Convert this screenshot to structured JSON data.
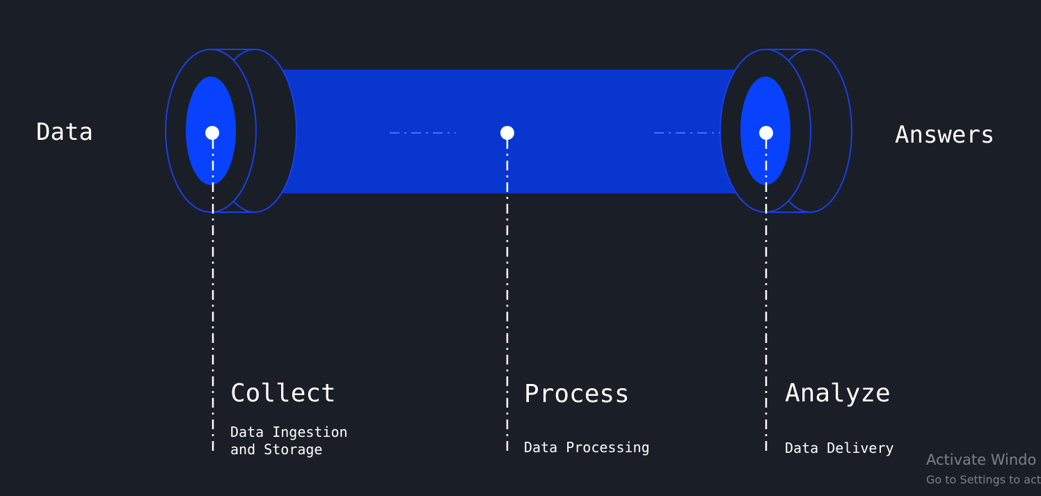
{
  "endpoints": {
    "input": "Data",
    "output": "Answers"
  },
  "stages": [
    {
      "title": "Collect",
      "description": "Data Ingestion\nand Storage"
    },
    {
      "title": "Process",
      "description": "Data Processing"
    },
    {
      "title": "Analyze",
      "description": "Data Delivery"
    }
  ],
  "watermark": {
    "title": "Activate Windo",
    "subtitle": "Go to Settings to act"
  },
  "colors": {
    "background": "#1a1e27",
    "pipe_fill": "#0a36d0",
    "pipe_outline": "#1840e8",
    "inner_disc": "#0842ff",
    "marker": "#ffffff",
    "dash_accent": "#3e74ff"
  }
}
